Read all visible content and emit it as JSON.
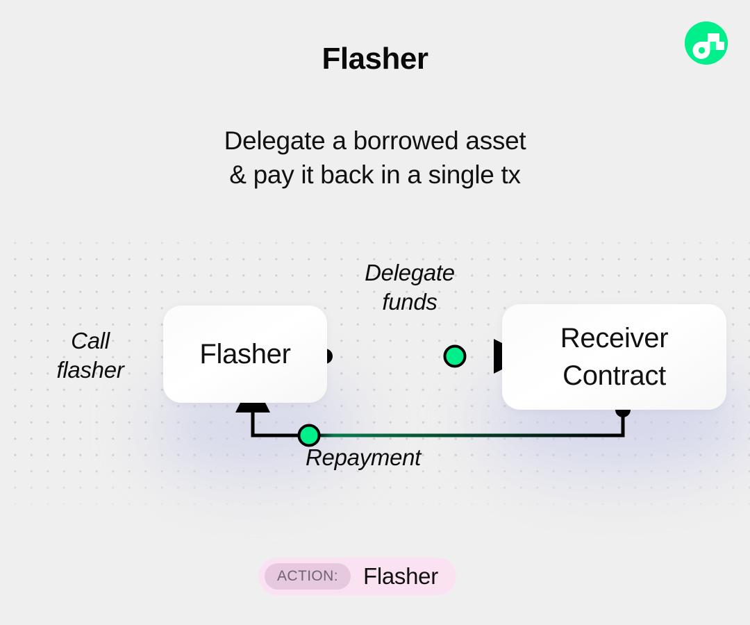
{
  "header": {
    "title": "Flasher",
    "logo_icon": "flow-logo-icon",
    "logo_color": "#00EF8B"
  },
  "subtitle": {
    "line1": "Delegate a borrowed asset",
    "line2": "& pay it back in a single tx"
  },
  "diagram": {
    "nodes": [
      {
        "id": "flasher",
        "label": "Flasher"
      },
      {
        "id": "receiver",
        "label_line1": "Receiver",
        "label_line2": "Contract"
      }
    ],
    "edges": [
      {
        "id": "call-flasher",
        "label_line1": "Call",
        "label_line2": "flasher"
      },
      {
        "id": "delegate-funds",
        "label_line1": "Delegate",
        "label_line2": "funds"
      },
      {
        "id": "repayment",
        "label": "Repayment"
      }
    ],
    "accent_color": "#00EF8B",
    "line_color": "#000000",
    "background_color": "#EFEFEF"
  },
  "action_badge": {
    "prefix": "ACTION:",
    "value": "Flasher",
    "background_color": "#FAE2F2",
    "chip_color": "#E6C9DE"
  }
}
